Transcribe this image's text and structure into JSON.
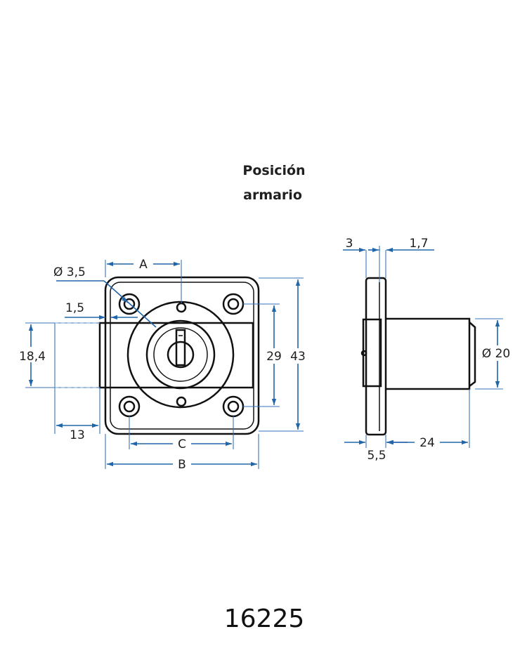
{
  "title": {
    "line1": "Posición",
    "line2": "armario"
  },
  "front_view": {
    "hole_diameter": "Ø 3,5",
    "dim_a": "A",
    "dim_b": "B",
    "dim_c": "C",
    "offset": "1,5",
    "bolt_height": "18,4",
    "bolt_projection": "13",
    "hole_spacing_vertical": "29",
    "plate_height": "43"
  },
  "side_view": {
    "plate_thickness": "3",
    "step": "1,7",
    "cylinder_diameter": "Ø 20",
    "flange": "5,5",
    "cylinder_length": "24"
  },
  "product_code": "16225",
  "colors": {
    "dimension": "#2266aa",
    "outline": "#111111"
  }
}
